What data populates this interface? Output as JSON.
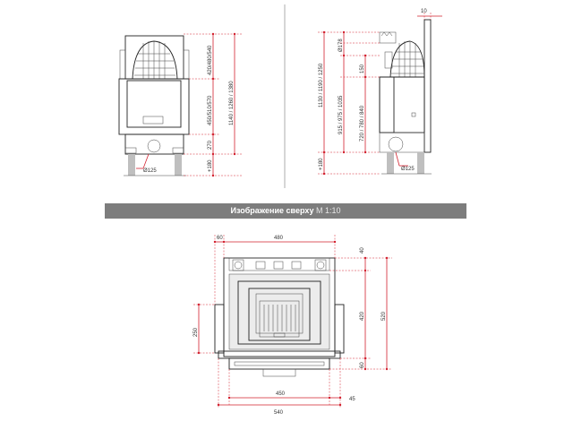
{
  "band": {
    "label": "Изображение сверху",
    "scale": "М 1:10"
  },
  "front_view": {
    "dims": {
      "d1": "420/480/540",
      "d2": "450/510/570",
      "d3": "1140 / 1260 / 1380",
      "d4": "270",
      "d5": "+180",
      "flue": "Ø125"
    }
  },
  "side_view": {
    "dims": {
      "gap": "10",
      "d1": "Ø178",
      "d2": "1130 / 1190 / 1250",
      "d3": "150",
      "d4": "915 / 975 / 1035",
      "d5": "720 / 780 / 840",
      "d6": "+180",
      "flue": "Ø125"
    }
  },
  "top_view": {
    "dims": {
      "left_offset": "60",
      "top_width": "480",
      "right_top": "40",
      "right_mid": "420",
      "right_total": "520",
      "right_bottom": "60",
      "left_height": "250",
      "bottom_inner": "450",
      "bottom_right": "45",
      "bottom_total": "540"
    }
  }
}
